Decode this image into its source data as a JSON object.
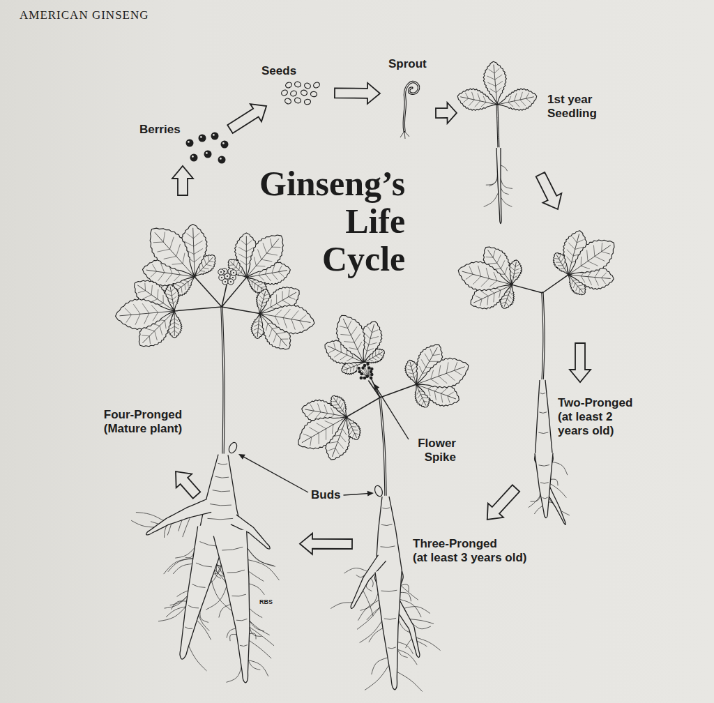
{
  "diagram": {
    "title": "Ginseng’s Life Cycle",
    "nodes": [
      {
        "text": [
          "Berries"
        ]
      },
      {
        "text": [
          "Seeds"
        ]
      },
      {
        "text": [
          "Sprout"
        ]
      },
      {
        "text": [
          "1st year Seedling"
        ]
      },
      {
        "text": [
          "Two-Pronged",
          "(at least 2 years old)"
        ]
      },
      {
        "text": [
          "Three-Pronged",
          "(at least 3 years old)"
        ]
      },
      {
        "text": [
          "Four-Pronged",
          "(Mature plant)"
        ]
      }
    ],
    "edges": [
      {
        "from": 0,
        "to": 1,
        "arrow": "to"
      },
      {
        "from": 1,
        "to": 2,
        "arrow": "to"
      },
      {
        "from": 2,
        "to": 3,
        "arrow": "to"
      },
      {
        "from": 3,
        "to": 4,
        "arrow": "to"
      },
      {
        "from": 4,
        "to": 5,
        "arrow": "to"
      },
      {
        "from": 5,
        "to": 6,
        "arrow": "to"
      },
      {
        "from": 6,
        "to": 0,
        "arrow": "to"
      }
    ],
    "labels": [
      "AMERICAN GINSENG",
      "Flower Spike",
      "Buds",
      "RBS"
    ]
  }
}
